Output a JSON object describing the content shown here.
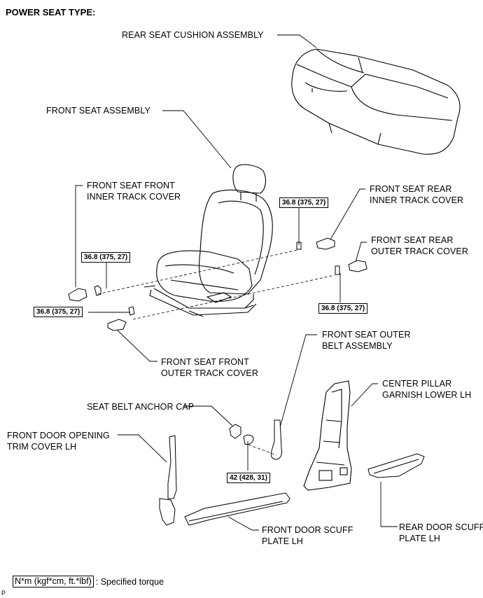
{
  "title": "POWER SEAT TYPE:",
  "labels": {
    "rear_seat_cushion": "REAR SEAT CUSHION ASSEMBLY",
    "front_seat_assembly": "FRONT SEAT ASSEMBLY",
    "front_inner_track_cover_1": "FRONT SEAT FRONT",
    "front_inner_track_cover_2": "INNER TRACK COVER",
    "rear_inner_track_cover_1": "FRONT SEAT REAR",
    "rear_inner_track_cover_2": "INNER TRACK COVER",
    "rear_outer_track_cover_1": "FRONT SEAT REAR",
    "rear_outer_track_cover_2": "OUTER TRACK COVER",
    "front_outer_track_cover_1": "FRONT SEAT FRONT",
    "front_outer_track_cover_2": "OUTER TRACK COVER",
    "outer_belt_1": "FRONT SEAT OUTER",
    "outer_belt_2": "BELT ASSEMBLY",
    "center_pillar_1": "CENTER PILLAR",
    "center_pillar_2": "GARNISH LOWER LH",
    "anchor_cap": "SEAT BELT ANCHOR CAP",
    "door_trim_1": "FRONT DOOR OPENING",
    "door_trim_2": "TRIM COVER LH",
    "front_scuff_1": "FRONT DOOR SCUFF",
    "front_scuff_2": "PLATE LH",
    "rear_scuff_1": "REAR DOOR SCUFF",
    "rear_scuff_2": "PLATE LH"
  },
  "torques": {
    "t1": "36.8 (375, 27)",
    "t2": "36.8 (375, 27)",
    "t3": "36.8 (375, 27)",
    "t4": "36.8 (375, 27)",
    "t5": "42 (428, 31)"
  },
  "legend": {
    "unit": "N*m (kgf*cm, ft.*lbf)",
    "text": ": Specified torque"
  },
  "figure_code": "P"
}
